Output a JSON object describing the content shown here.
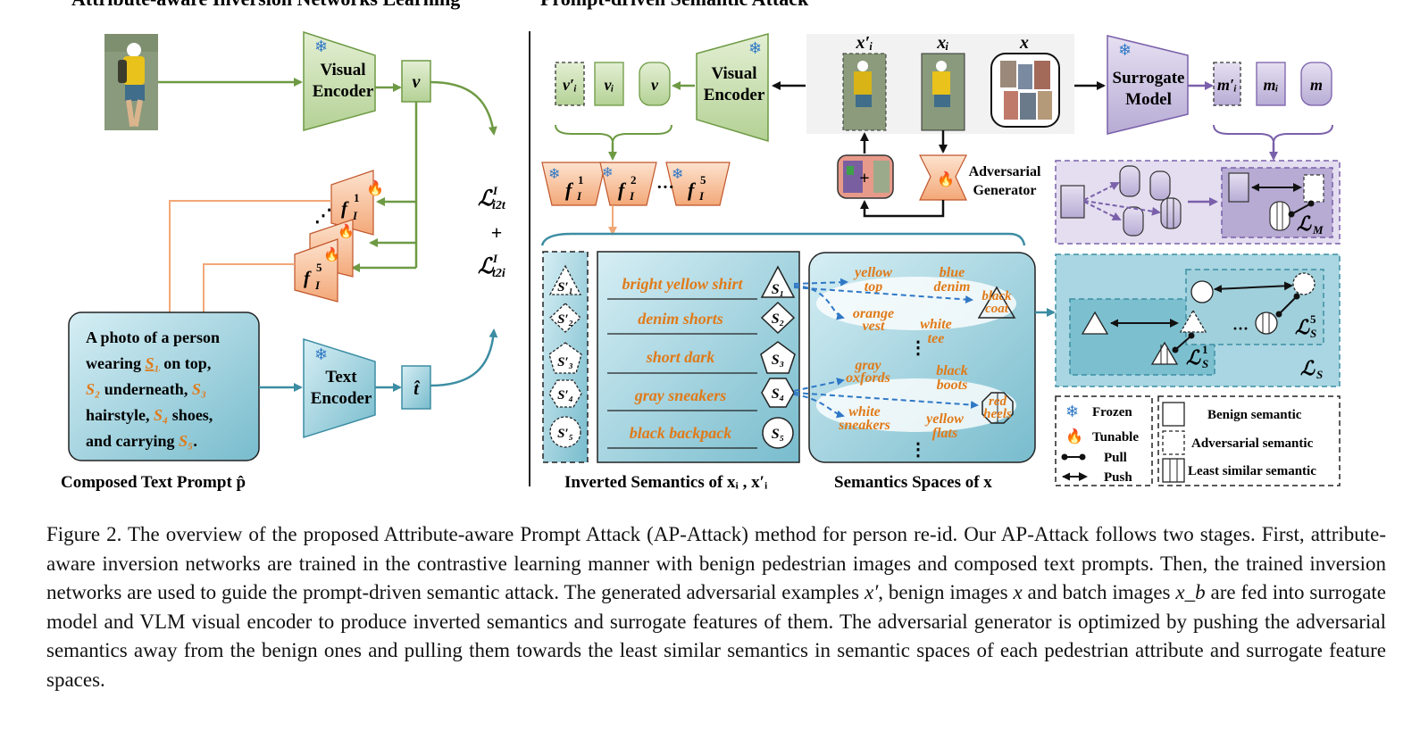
{
  "headings": {
    "left": "Attribute-aware Inversion Networks Learning",
    "right": "Prompt-driven Semantic Attack"
  },
  "left_panel": {
    "visual_encoder": [
      "Visual",
      "Encoder"
    ],
    "v_label": "v",
    "f1_label": "f",
    "f5_label": "f",
    "f_sub": "I",
    "f1_sup": "1",
    "f5_sup": "5",
    "text_encoder": [
      "Text",
      "Encoder"
    ],
    "t_hat": "t̂",
    "prompt_lines": [
      [
        "A photo of a person"
      ],
      [
        "wearing ",
        "S₁",
        " on top,"
      ],
      [
        "S₂",
        " underneath, ",
        "S₃"
      ],
      [
        "hairstyle, ",
        "S₄",
        " shoes,"
      ],
      [
        "and carrying ",
        "S₅",
        "."
      ]
    ],
    "prompt_caption": "Composed Text Prompt p̂"
  },
  "loss": {
    "top": "ℒ",
    "top_sup": "I",
    "top_sub": "i2t",
    "plus": "+",
    "bottom": "ℒ",
    "bottom_sup": "I",
    "bottom_sub": "t2i"
  },
  "right_panel": {
    "feat_labels": [
      "v′ᵢ",
      "vᵢ",
      "v"
    ],
    "visual_encoder": [
      "Visual",
      "Encoder"
    ],
    "img_labels": [
      "x′ᵢ",
      "xᵢ",
      "x"
    ],
    "surrogate": [
      "Surrogate",
      "Model"
    ],
    "m_labels": [
      "m′ᵢ",
      "mᵢ",
      "m"
    ],
    "inversion_nets": [
      "f",
      "f",
      "f"
    ],
    "inversion_sups": [
      "1",
      "2",
      "5"
    ],
    "inversion_dots": "···",
    "adv_generator": [
      "Adversarial",
      "Generator"
    ],
    "plus_sign": "+",
    "attributes": [
      "bright yellow shirt",
      "denim shorts",
      "short dark",
      "gray sneakers",
      "black backpack"
    ],
    "s_labels": [
      "S₁",
      "S₂",
      "S₃",
      "S₄",
      "S₅"
    ],
    "s_prime_labels": [
      "S′₁",
      "S′₂",
      "S′₃",
      "S′₄",
      "S′₅"
    ],
    "inverted_caption": "Inverted Semantics of xᵢ , x′ᵢ",
    "space1": [
      "yellow",
      "top",
      "blue",
      "denim",
      "black",
      "coat",
      "orange",
      "vest",
      "white",
      "tee"
    ],
    "space2": [
      "gray",
      "oxfords",
      "black",
      "boots",
      "white",
      "sneakers",
      "yellow",
      "flats",
      "red",
      "heels"
    ],
    "vdots": "⋮",
    "spaces_caption": "Semantics Spaces of x",
    "loss_m": "ℒ",
    "loss_m_sub": "M",
    "loss_s": "ℒ",
    "loss_s_sub": "S",
    "loss_s1": "ℒ",
    "loss_s1_sup": "1",
    "loss_s5": "ℒ",
    "loss_s5_sup": "5",
    "loss_s_s": "S",
    "ellipsis": "···"
  },
  "legend": {
    "frozen": "Frozen",
    "tunable": "Tunable",
    "pull": "Pull",
    "push": "Push",
    "benign": "Benign semantic",
    "adversarial": "Adversarial semantic",
    "least": "Least similar semantic"
  },
  "caption": [
    {
      "t": "Figure 2. The overview of the proposed Attribute-aware Prompt Attack (AP-Attack) method for person re-id. Our AP-Attack follows two stages. First, attribute-aware inversion networks are trained in the contrastive learning manner with benign pedestrian images and composed text prompts. Then, the trained inversion networks are used to guide the prompt-driven semantic attack. The generated adversarial examples "
    },
    {
      "m": "x′"
    },
    {
      "t": ", benign images "
    },
    {
      "m": "x"
    },
    {
      "t": " and batch images "
    },
    {
      "m": "x_b"
    },
    {
      "t": " are fed into surrogate model and VLM visual encoder to produce inverted semantics and surrogate features of them. The adversarial generator is optimized by pushing the adversarial semantics away from the benign ones and pulling them towards the least similar semantics in semantic spaces of each pedestrian attribute and surrogate feature spaces."
    }
  ],
  "colors": {
    "green": "#c9ddb0",
    "green_stroke": "#6e9a44",
    "orange": "#f7c7a4",
    "teal": "#9ccfdd",
    "teal_stroke": "#3c8da3",
    "purple": "#cdc4e2",
    "purple_stroke": "#7a60aa",
    "arrow_blue": "#2f78c6"
  }
}
